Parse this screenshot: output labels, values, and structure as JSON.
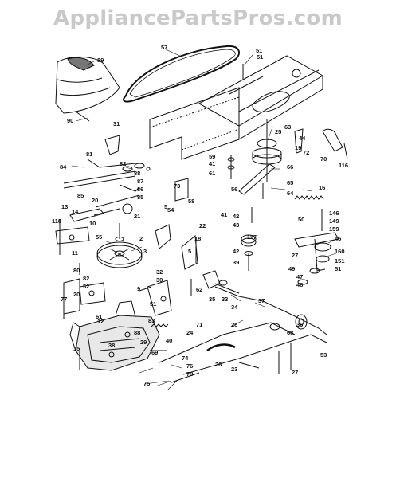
{
  "watermark": "AppliancePartsPros.com",
  "colors": {
    "ink": "#111111",
    "watermark": "#c9c9c9",
    "background": "#ffffff"
  },
  "callouts": [
    "57",
    "51",
    "51",
    "89",
    "90",
    "31",
    "63",
    "19",
    "72",
    "70",
    "116",
    "59",
    "41",
    "61",
    "66",
    "56",
    "65",
    "64",
    "81",
    "84",
    "85",
    "88",
    "87",
    "86",
    "85",
    "20",
    "21",
    "13",
    "14",
    "118",
    "10",
    "55",
    "82",
    "58",
    "41",
    "42",
    "43",
    "42",
    "39",
    "49",
    "146",
    "149",
    "159",
    "45",
    "27",
    "160",
    "151",
    "51",
    "47",
    "48",
    "50",
    "2",
    "3",
    "9",
    "11",
    "80",
    "82",
    "52",
    "20",
    "77",
    "61",
    "32",
    "30",
    "62",
    "51",
    "5",
    "18",
    "5",
    "35",
    "33",
    "34",
    "37",
    "28",
    "88",
    "24",
    "15",
    "74",
    "76",
    "78",
    "75",
    "26",
    "23",
    "53",
    "36",
    "27",
    "68",
    "16",
    "22",
    "71",
    "69",
    "83",
    "54",
    "44",
    "25",
    "29",
    "12",
    "40",
    "38",
    "117",
    "73"
  ]
}
